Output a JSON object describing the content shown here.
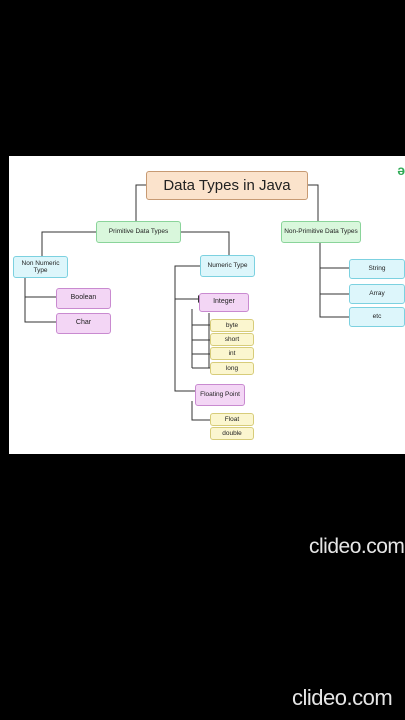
{
  "diagram": {
    "title": "Data Types in Java",
    "primitive": "Primitive Data Types",
    "non_primitive": "Non-Primitive Data Types",
    "non_numeric": "Non Numeric Type",
    "numeric": "Numeric Type",
    "boolean": "Boolean",
    "char": "Char",
    "integer": "Integer",
    "byte": "byte",
    "short": "short",
    "int": "int",
    "long": "long",
    "floating_point": "Floating Point",
    "float": "Float",
    "double": "double",
    "string": "String",
    "array": "Array",
    "etc": "etc",
    "brand_glyph": "ə"
  },
  "watermarks": [
    "clideo.com",
    "clideo.com"
  ],
  "colors": {
    "title_box": "#fbe3cc",
    "green_box": "#d9f7dc",
    "cyan_box": "#ddf6fb",
    "pink_box": "#f3d6f5",
    "yellow_box": "#fbf6cf",
    "brand": "#2eaa55"
  }
}
